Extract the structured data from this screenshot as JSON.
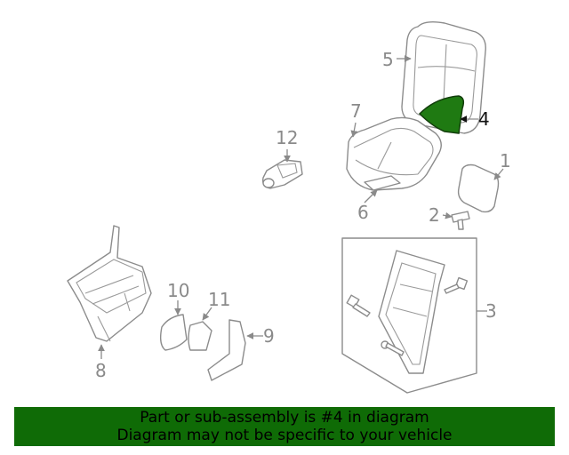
{
  "diagram": {
    "callouts": [
      "5",
      "4",
      "7",
      "12",
      "1",
      "2",
      "6",
      "3",
      "10",
      "11",
      "9",
      "8"
    ],
    "highlight_color": "#1f7a12",
    "banner_color": "#0f6b06"
  },
  "banner": {
    "line1": "Part or sub-assembly is #4 in diagram",
    "line2": "Diagram may not be specific to your vehicle"
  }
}
